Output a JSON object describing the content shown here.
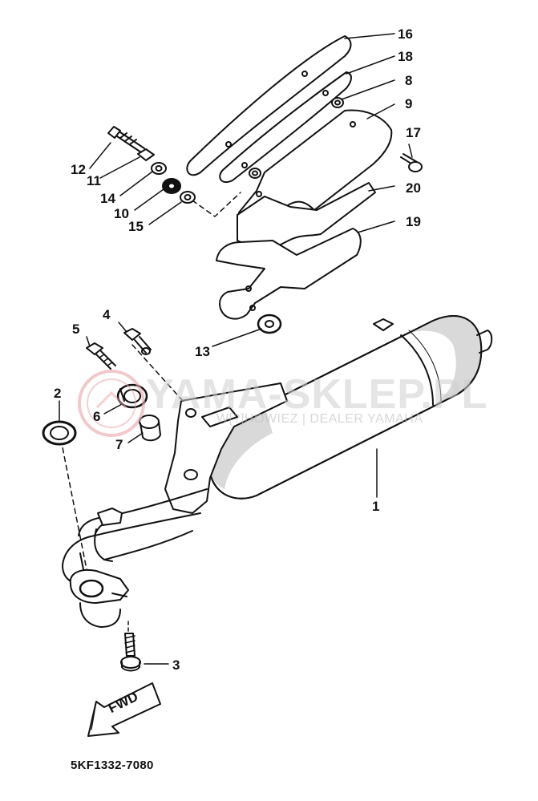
{
  "diagram": {
    "part_code": "5KF1332-7080",
    "fwd_label": "FWD",
    "watermark": {
      "brand": "YAMA-SKLEP.PL",
      "tagline": "W[?]HOWIEZ | DEALER YAMAHA"
    },
    "callouts": [
      {
        "id": "16",
        "text": "16"
      },
      {
        "id": "18",
        "text": "18"
      },
      {
        "id": "8",
        "text": "8"
      },
      {
        "id": "9",
        "text": "9"
      },
      {
        "id": "17",
        "text": "17"
      },
      {
        "id": "20",
        "text": "20"
      },
      {
        "id": "19",
        "text": "19"
      },
      {
        "id": "12",
        "text": "12"
      },
      {
        "id": "11",
        "text": "11"
      },
      {
        "id": "14",
        "text": "14"
      },
      {
        "id": "10",
        "text": "10"
      },
      {
        "id": "15",
        "text": "15"
      },
      {
        "id": "13",
        "text": "13"
      },
      {
        "id": "4",
        "text": "4"
      },
      {
        "id": "5",
        "text": "5"
      },
      {
        "id": "2",
        "text": "2"
      },
      {
        "id": "6",
        "text": "6"
      },
      {
        "id": "7",
        "text": "7"
      },
      {
        "id": "1",
        "text": "1"
      },
      {
        "id": "3",
        "text": "3"
      }
    ],
    "colors": {
      "line": "#111111",
      "muffler_shading": "#d9d9d9",
      "watermark_red": "#e8a3a8"
    }
  }
}
